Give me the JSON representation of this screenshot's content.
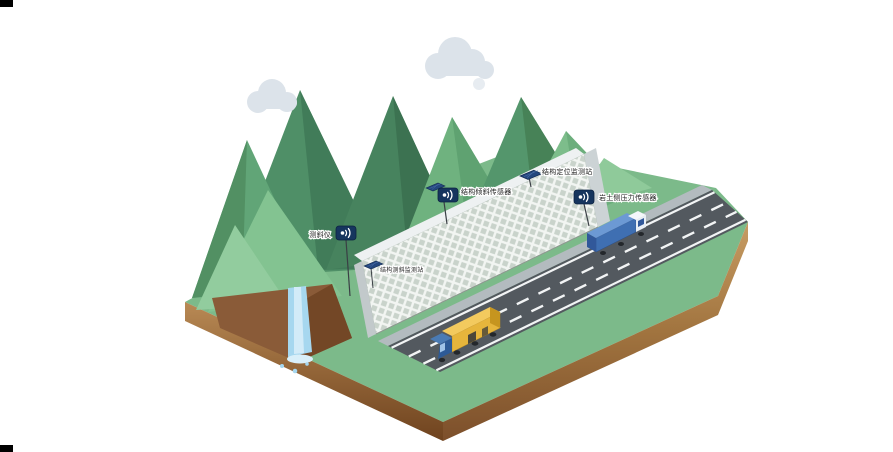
{
  "scene": {
    "type": "isometric-illustration",
    "subject": "mountain-highway-slope-monitoring",
    "sensors": [
      {
        "id": "inclinometer",
        "label": "测斜仪"
      },
      {
        "id": "structure-survey-station",
        "label": "结构测斜监测站"
      },
      {
        "id": "structure-tilt-sensor",
        "label": "结构倾斜传感器"
      },
      {
        "id": "structure-positioning-station",
        "label": "结构定位监测站"
      },
      {
        "id": "geotechnical-pressure-sensor",
        "label": "岩土侧压力传感器"
      }
    ],
    "colors": {
      "background": "#ffffff",
      "mountain_dark": "#417c59",
      "mountain_mid": "#54966c",
      "mountain_light": "#7dbd8b",
      "grass": "#7cba8a",
      "earth_top": "#b98a55",
      "earth_dark": "#6f431f",
      "road": "#53595f",
      "lane_marking": "#f2f4f5",
      "wall_lattice": "#f2f5f2",
      "wall_base": "#c9d3cb",
      "water": "#a6d7ef",
      "sensor_navy": "#16355e",
      "truck_yellow": "#e6b53c",
      "truck_blue": "#3f6fb2",
      "cloud": "#dce3ea"
    }
  }
}
